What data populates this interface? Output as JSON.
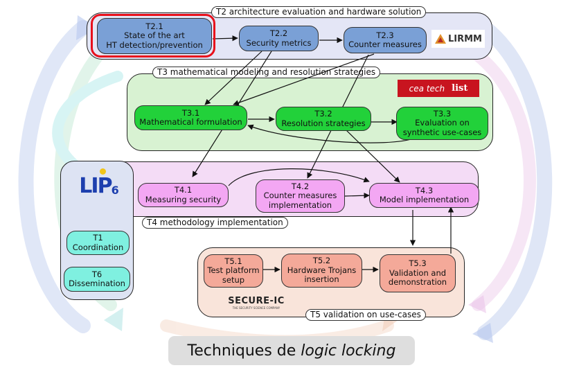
{
  "panels": {
    "t2": {
      "title": "T2 architecture evaluation and hardware solution"
    },
    "t3": {
      "title": "T3 mathematical modeling and resolution strategies"
    },
    "t4": {
      "title": "T4 methodology implementation"
    },
    "t5": {
      "title": "T5 validation on use-cases"
    }
  },
  "tasks": {
    "t2_1": {
      "id": "T2.1",
      "name": "State of the art\nHT detection/prevention"
    },
    "t2_2": {
      "id": "T2.2",
      "name": "Security metrics"
    },
    "t2_3": {
      "id": "T2.3",
      "name": "Counter measures"
    },
    "t3_1": {
      "id": "T3.1",
      "name": "Mathematical formulation"
    },
    "t3_2": {
      "id": "T3.2",
      "name": "Resolution strategies"
    },
    "t3_3": {
      "id": "T3.3",
      "name": "Evaluation on\nsynthetic use-cases"
    },
    "t4_1": {
      "id": "T4.1",
      "name": "Measuring security"
    },
    "t4_2": {
      "id": "T4.2",
      "name": "Counter measures\nimplementation"
    },
    "t4_3": {
      "id": "T4.3",
      "name": "Model implementation"
    },
    "t5_1": {
      "id": "T5.1",
      "name": "Test platform\nsetup"
    },
    "t5_2": {
      "id": "T5.2",
      "name": "Hardware Trojans\ninsertion"
    },
    "t5_3": {
      "id": "T5.3",
      "name": "Validation and\ndemonstration"
    },
    "t1": {
      "id": "T1",
      "name": "Coordination"
    },
    "t6": {
      "id": "T6",
      "name": "Dissemination"
    }
  },
  "logos": {
    "lirmm": "LIRMM",
    "ceatech": "cea tech",
    "list": "list",
    "lip6": "LIP",
    "lip6_num": "6",
    "secure_ic": "SECURE-IC",
    "secure_ic_tagline": "THE SECURITY SCIENCE COMPANY"
  },
  "caption": {
    "text": "Techniques de",
    "italic": "logic locking"
  },
  "colors": {
    "t2_panel": "#e4e6f6",
    "t3_panel": "#d8f2d2",
    "t4_panel": "#f4dcf6",
    "t5_panel": "#f9e4da",
    "left_panel": "#dde3f3",
    "highlight": "#e8101b"
  }
}
